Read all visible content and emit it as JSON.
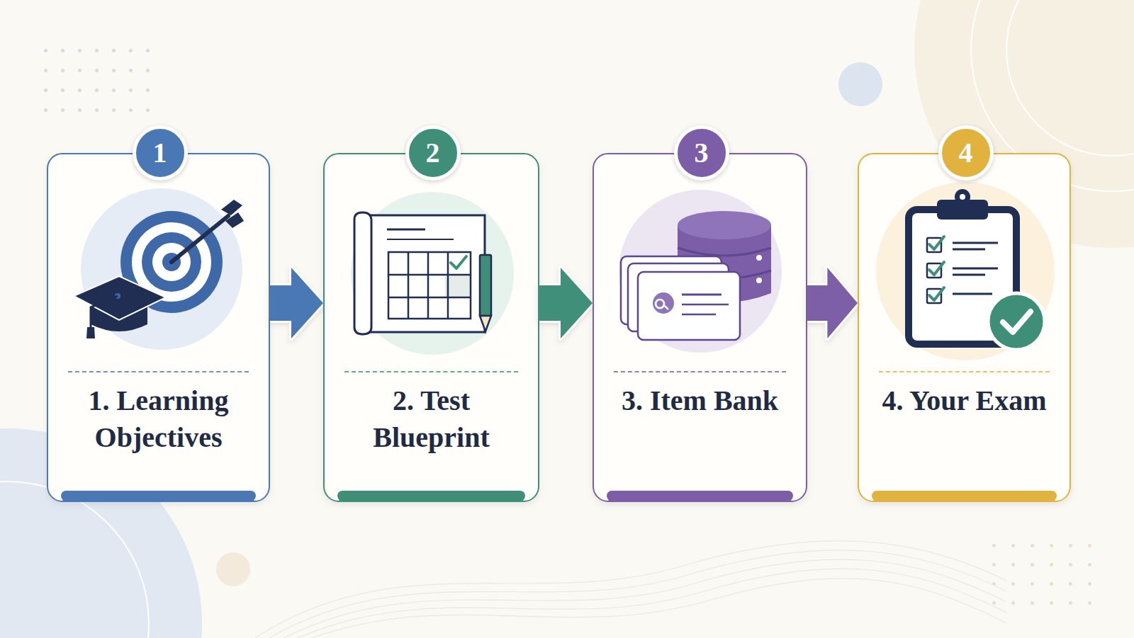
{
  "diagram": {
    "nodes": [
      {
        "text": [
          "1",
          "1. Learning Objectives"
        ]
      },
      {
        "text": [
          "2",
          "2. Test Blueprint"
        ]
      },
      {
        "text": [
          "3",
          "3. Item Bank"
        ]
      },
      {
        "text": [
          "4",
          "4. Your Exam"
        ]
      }
    ],
    "edges": [
      {
        "from": 0,
        "to": 1,
        "arrow": "to"
      },
      {
        "from": 1,
        "to": 2,
        "arrow": "to"
      },
      {
        "from": 2,
        "to": 3,
        "arrow": "to"
      }
    ]
  }
}
